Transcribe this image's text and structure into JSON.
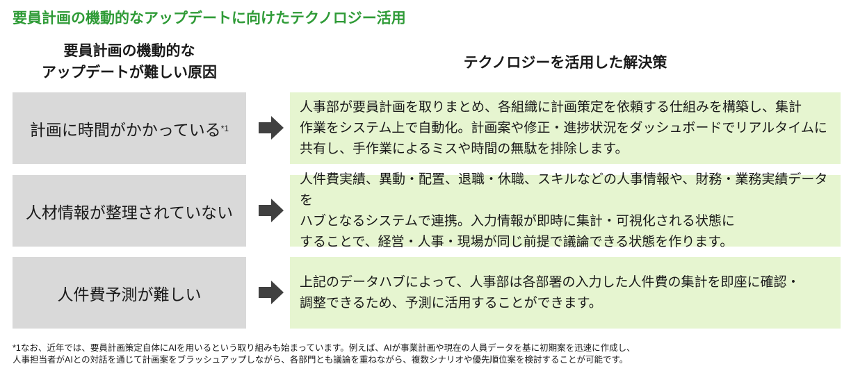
{
  "title": "要員計画の機動的なアップデートに向けたテクノロジー活用",
  "headers": {
    "left_line1": "要員計画の機動的な",
    "left_line2": "アップデートが難しい原因",
    "right": "テクノロジーを活用した解決策"
  },
  "rows": [
    {
      "cause": "計画に時間がかかっている",
      "cause_note": "*1",
      "solution": "人事部が要員計画を取りまとめ、各組織に計画策定を依頼する仕組みを構築し、集計\n作業をシステム上で自動化。計画案や修正・進捗状況をダッシュボードでリアルタイムに\n共有し、手作業によるミスや時間の無駄を排除します。"
    },
    {
      "cause": "人材情報が整理されていない",
      "solution": "人件費実績、異動・配置、退職・休職、スキルなどの人事情報や、財務・業務実績データを\nハブとなるシステムで連携。入力情報が即時に集計・可視化される状態に\nすることで、経営・人事・現場が同じ前提で議論できる状態を作ります。"
    },
    {
      "cause": "人件費予測が難しい",
      "solution": "上記のデータハブによって、人事部は各部署の入力した人件費の集計を即座に確認・\n調整できるため、予測に活用することができます。"
    }
  ],
  "footnote": "*1なお、近年では、要員計画策定自体にAIを用いるという取り組みも始まっています。例えば、AIが事業計画や現在の人員データを基に初期案を迅速に作成し、\n人事担当者がAIとの対話を通じて計画案をブラッシュアップしながら、各部門とも議論を重ねながら、複数シナリオや優先順位案を検討することが可能です。",
  "colors": {
    "title": "#2f9b37",
    "cause_bg": "#d9d9d9",
    "solution_bg": "#e6f5d0",
    "arrow": "#404040"
  }
}
